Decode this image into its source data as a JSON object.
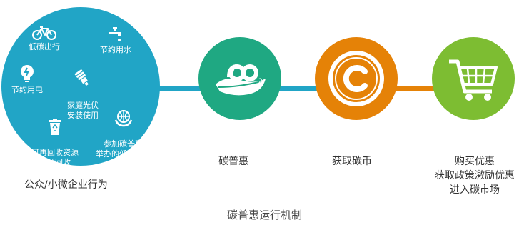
{
  "colors": {
    "public_circle": "#21a5c6",
    "connector": "#21a5c6",
    "carbon_inclusion": "#1fa882",
    "get_coin": "#e58207",
    "buy": "#7dbd32"
  },
  "public_circle": {
    "activities": [
      {
        "label": "低碳出行",
        "icon": "bicycle-icon"
      },
      {
        "label": "节约用水",
        "icon": "faucet-icon"
      },
      {
        "label": "节约用电",
        "icon": "lightbulb-icon"
      },
      {
        "label": "家庭光伏\n安装使用",
        "icon": "energy-saving-bulb-icon"
      },
      {
        "label": "参加碳普惠\n举办的低碳活动",
        "icon": "globe-hands-icon"
      },
      {
        "label": "可再回收资源\n分类回收",
        "icon": "recycle-bin-icon"
      }
    ],
    "caption": "公众/小微企业行为"
  },
  "stages": [
    {
      "caption": "碳普惠",
      "icon": "leaf-co2-icon"
    },
    {
      "caption": "获取碳币",
      "icon": "copyright-coin-icon"
    },
    {
      "caption": "购买优惠\n获取政策激励优惠\n进入碳市场",
      "icon": "shopping-cart-icon"
    }
  ],
  "footer_title": "碳普惠运行机制"
}
